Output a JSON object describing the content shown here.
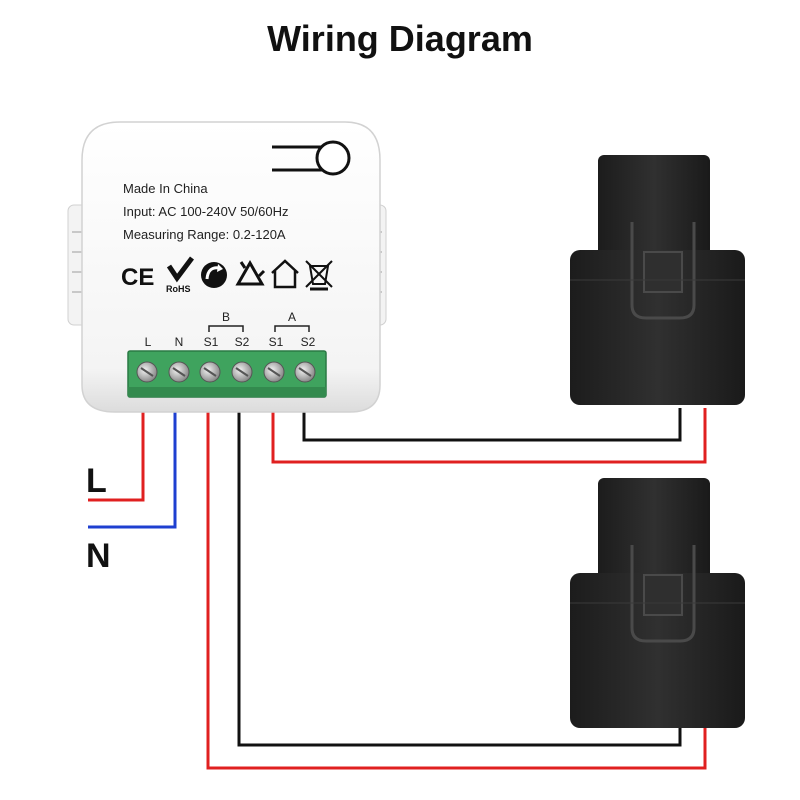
{
  "title": "Wiring Diagram",
  "device": {
    "line1": "Made In China",
    "line2": "Input: AC 100-240V 50/60Hz",
    "line3": "Measuring Range: 0.2-120A",
    "cert_ce": "CE",
    "cert_rohs": "RoHS",
    "group_b": "B",
    "group_a": "A",
    "terminals": [
      "L",
      "N",
      "S1",
      "S2",
      "S1",
      "S2"
    ]
  },
  "supply": {
    "live": "L",
    "neutral": "N"
  },
  "colors": {
    "live_wire": "#e02020",
    "neutral_wire": "#1e3fd0",
    "signal_wire": "#111111",
    "terminal_block": "#3fa35e",
    "clamp": "#262626",
    "device_body": "#ffffff"
  },
  "icons": [
    "ce-mark-icon",
    "rohs-check-icon",
    "recycle-arrow-icon",
    "recycle-triangle-icon",
    "house-icon",
    "crossed-bin-icon",
    "wifi-button-icon"
  ]
}
